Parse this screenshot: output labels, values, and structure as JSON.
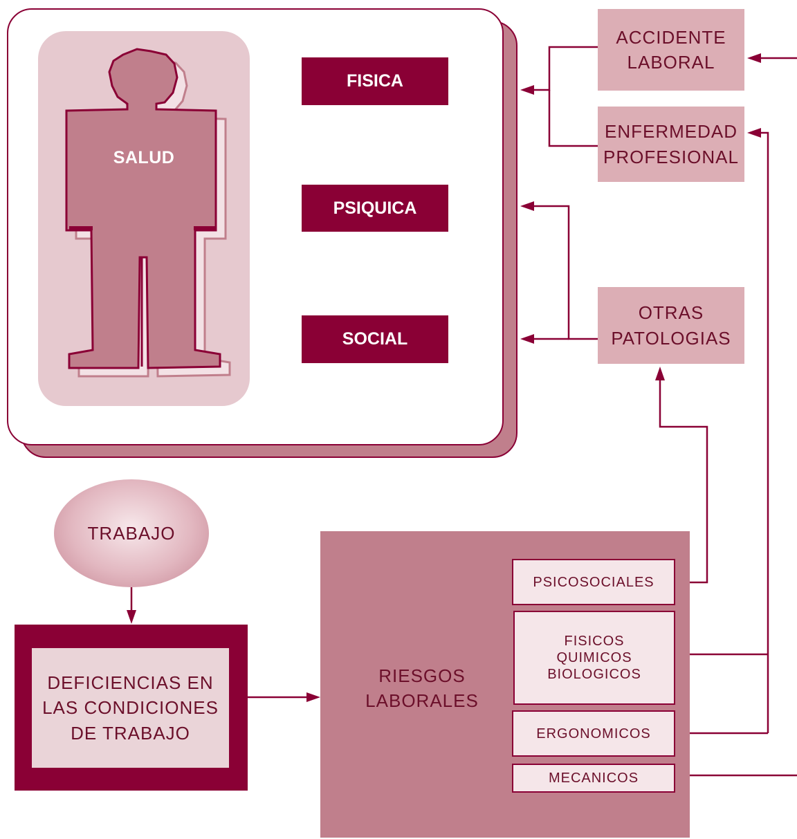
{
  "health": {
    "center_label": "SALUD",
    "dimensions": [
      {
        "label": "FISICA"
      },
      {
        "label": "PSIQUICA"
      },
      {
        "label": "SOCIAL"
      }
    ]
  },
  "outcomes": {
    "accidente": [
      "ACCIDENTE",
      "LABORAL"
    ],
    "enfermedad": [
      "ENFERMEDAD",
      "PROFESIONAL"
    ],
    "otras": [
      "OTRAS",
      "PATOLOGIAS"
    ]
  },
  "trabajo": "TRABAJO",
  "deficiencias": [
    "DEFICIENCIAS EN",
    "LAS CONDICIONES",
    "DE TRABAJO"
  ],
  "riesgos": {
    "title": [
      "RIESGOS",
      "LABORALES"
    ],
    "types": {
      "psicosociales": "PSICOSOCIALES",
      "fisicos": [
        "FISICOS",
        "QUIMICOS",
        "BIOLOGICOS"
      ],
      "ergonomicos": "ERGONOMICOS",
      "mecanicos": "MECANICOS"
    }
  },
  "colors": {
    "dark_maroon": "#8a0035",
    "mid_rose": "#c07f8c",
    "light_rose": "#dcaeb5",
    "pale_rose": "#ead4d8",
    "text_maroon": "#6b0f2a"
  },
  "icons": {
    "figure": "human-silhouette-icon"
  }
}
